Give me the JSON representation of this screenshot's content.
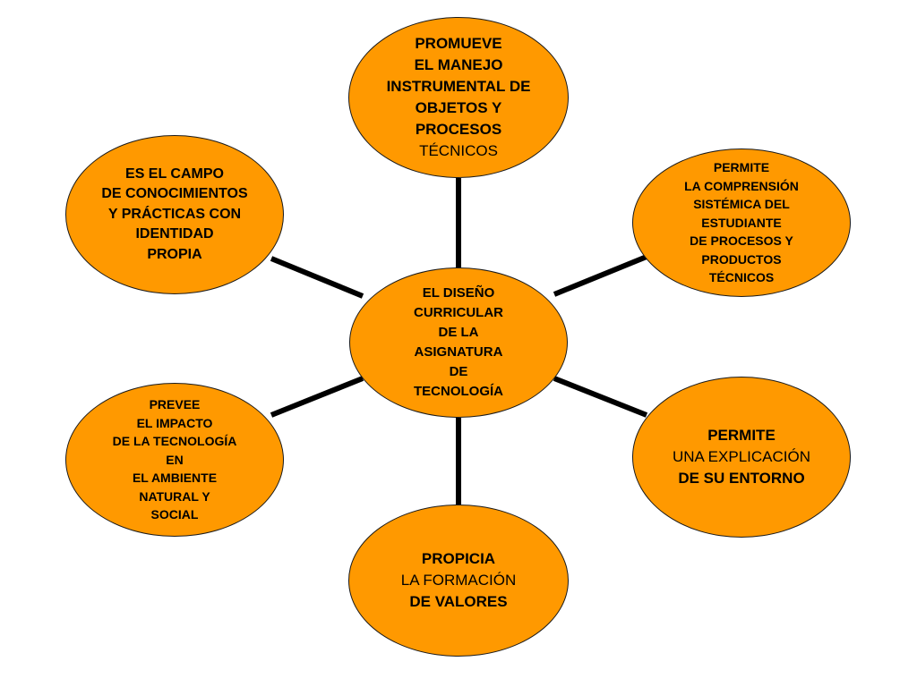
{
  "diagram": {
    "center": {
      "lines": [
        {
          "text": "EL DISEÑO",
          "bold": true
        },
        {
          "text": "CURRICULAR",
          "bold": true
        },
        {
          "text": "DE LA",
          "bold": true
        },
        {
          "text": "ASIGNATURA",
          "bold": true
        },
        {
          "text": "DE",
          "bold": true
        },
        {
          "text": "TECNOLOGÍA",
          "bold": true
        }
      ]
    },
    "top": {
      "lines": [
        {
          "text": "PROMUEVE",
          "bold": true
        },
        {
          "text": "EL MANEJO",
          "bold": true
        },
        {
          "text": "INSTRUMENTAL DE",
          "bold": true
        },
        {
          "text": "OBJETOS Y",
          "bold": true
        },
        {
          "text": "PROCESOS",
          "bold": true
        },
        {
          "text": "TÉCNICOS",
          "bold": false
        }
      ]
    },
    "top_right": {
      "lines": [
        {
          "text": "PERMITE",
          "bold": true
        },
        {
          "text": "LA COMPRENSIÓN",
          "bold": true
        },
        {
          "text": "SISTÉMICA DEL",
          "bold": true
        },
        {
          "text": "ESTUDIANTE",
          "bold": true
        },
        {
          "text": "DE PROCESOS Y",
          "bold": true
        },
        {
          "text": "PRODUCTOS",
          "bold": true
        },
        {
          "text": "TÉCNICOS",
          "bold": true
        }
      ]
    },
    "top_left": {
      "lines": [
        {
          "text": "ES EL CAMPO",
          "bold": true
        },
        {
          "text": "DE CONOCIMIENTOS",
          "bold": true
        },
        {
          "text": "Y PRÁCTICAS CON",
          "bold": true
        },
        {
          "text": "IDENTIDAD",
          "bold": true
        },
        {
          "text": "PROPIA",
          "bold": true
        }
      ]
    },
    "bottom_left": {
      "lines": [
        {
          "text": "PREVEE",
          "bold": true
        },
        {
          "text": "EL IMPACTO",
          "bold": true
        },
        {
          "text": "DE LA TECNOLOGÍA",
          "bold": true
        },
        {
          "text": "EN",
          "bold": true
        },
        {
          "text": "EL AMBIENTE",
          "bold": true
        },
        {
          "text": "NATURAL Y",
          "bold": true
        },
        {
          "text": "SOCIAL",
          "bold": true
        }
      ]
    },
    "bottom_right": {
      "lines": [
        {
          "text": "PERMITE",
          "bold": true
        },
        {
          "text": "UNA EXPLICACIÓN",
          "bold": false
        },
        {
          "text": "DE SU ENTORNO",
          "bold": true
        }
      ]
    },
    "bottom": {
      "lines": [
        {
          "text": "PROPICIA",
          "bold": true
        },
        {
          "text": "LA FORMACIÓN",
          "bold": false
        },
        {
          "text": "DE VALORES",
          "bold": true
        }
      ]
    },
    "colors": {
      "node_fill": "#ff9900",
      "node_border": "#1a1a1a",
      "connector": "#000000"
    }
  }
}
